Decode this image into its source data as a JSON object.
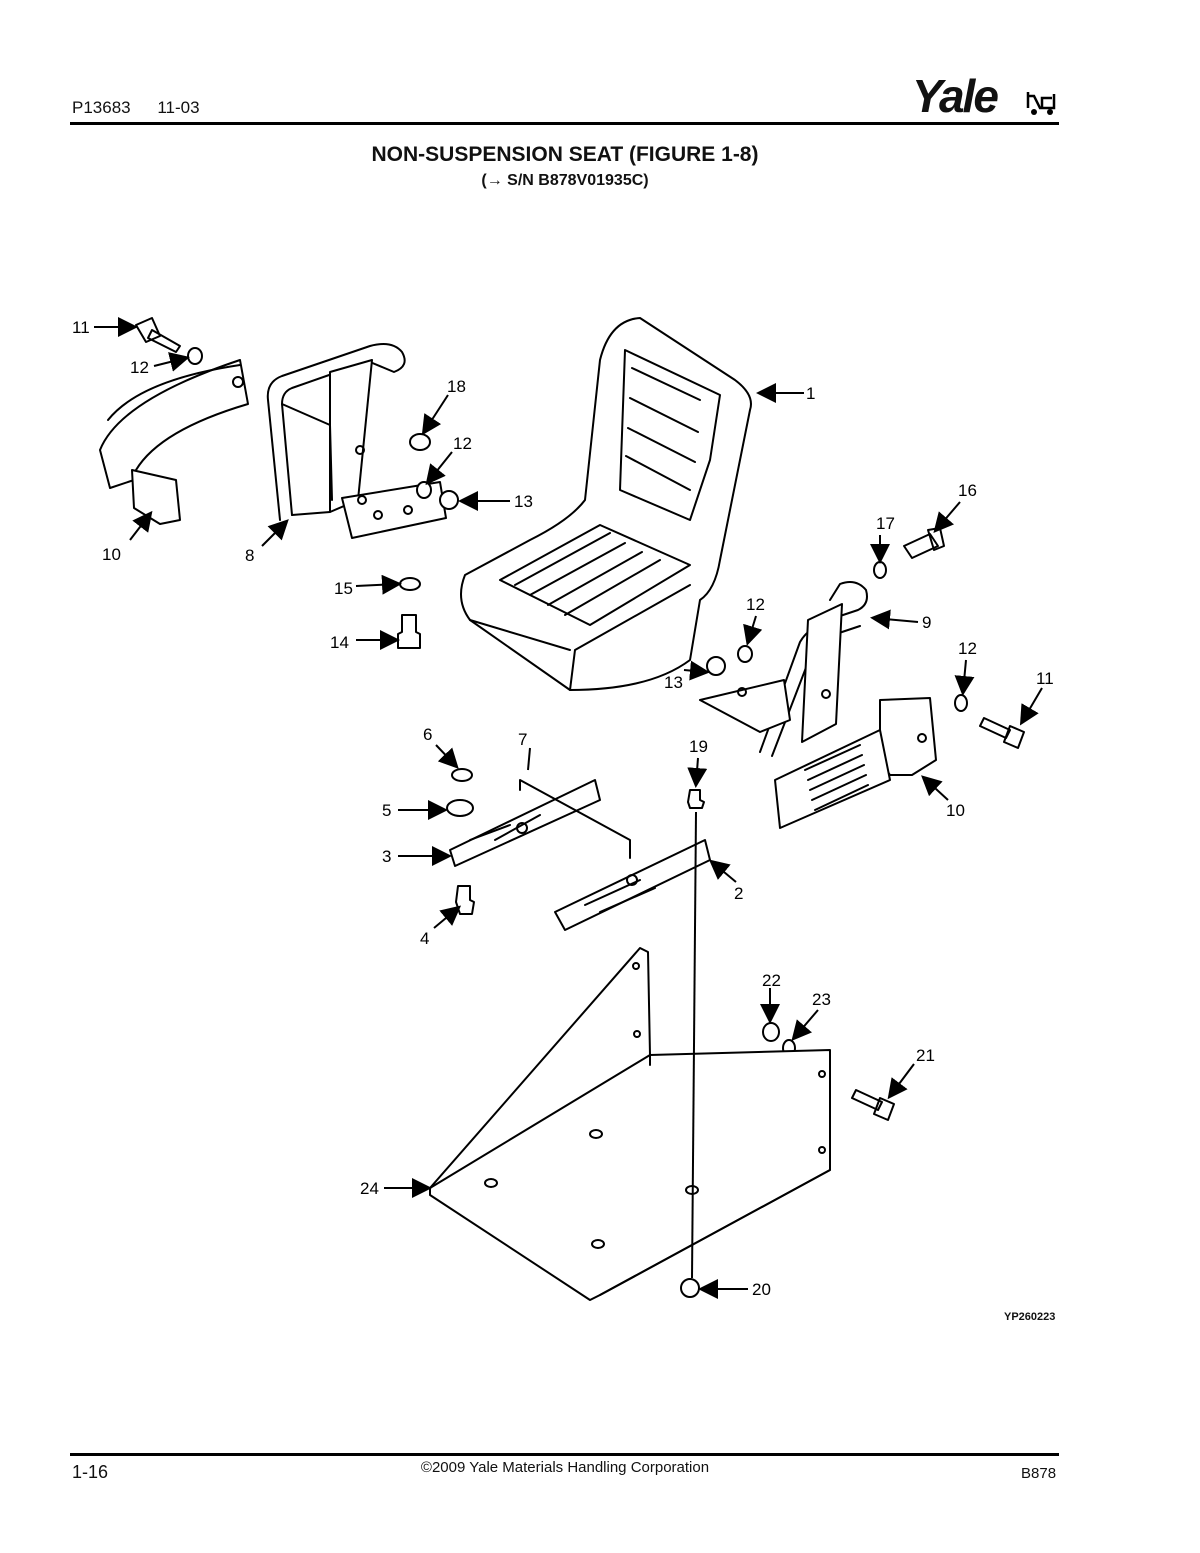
{
  "header": {
    "doc_number": "P13683",
    "date_code": "11-03",
    "brand": "Yale"
  },
  "title": "NON-SUSPENSION SEAT (FIGURE 1-8)",
  "subtitle": "(→ S/N B878V01935C)",
  "figure_code": "YP260223",
  "callouts": {
    "c1": "1",
    "c2": "2",
    "c3": "3",
    "c4": "4",
    "c5": "5",
    "c6": "6",
    "c7": "7",
    "c8": "8",
    "c9": "9",
    "c10a": "10",
    "c10b": "10",
    "c11a": "11",
    "c11b": "11",
    "c12a": "12",
    "c12b": "12",
    "c12c": "12",
    "c12d": "12",
    "c13a": "13",
    "c13b": "13",
    "c14": "14",
    "c15": "15",
    "c16": "16",
    "c17": "17",
    "c18": "18",
    "c19": "19",
    "c20": "20",
    "c21": "21",
    "c22": "22",
    "c23": "23",
    "c24": "24"
  },
  "footer": {
    "page_number": "1-16",
    "copyright": "©2009 Yale Materials Handling Corporation",
    "model": "B878"
  }
}
